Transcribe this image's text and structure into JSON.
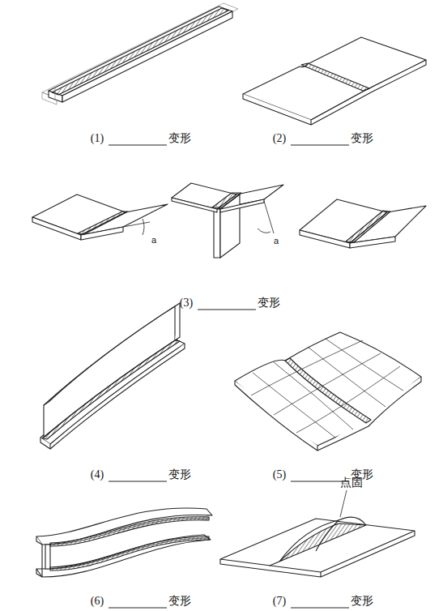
{
  "diagram": {
    "labels": [
      "(1)",
      "变形",
      "(2)",
      "变形",
      "(3)",
      "变形",
      "(4)",
      "变形",
      "(5)",
      "变形",
      "(6)",
      "变形",
      "(7)",
      "变形",
      "a",
      "a",
      "点固"
    ]
  }
}
